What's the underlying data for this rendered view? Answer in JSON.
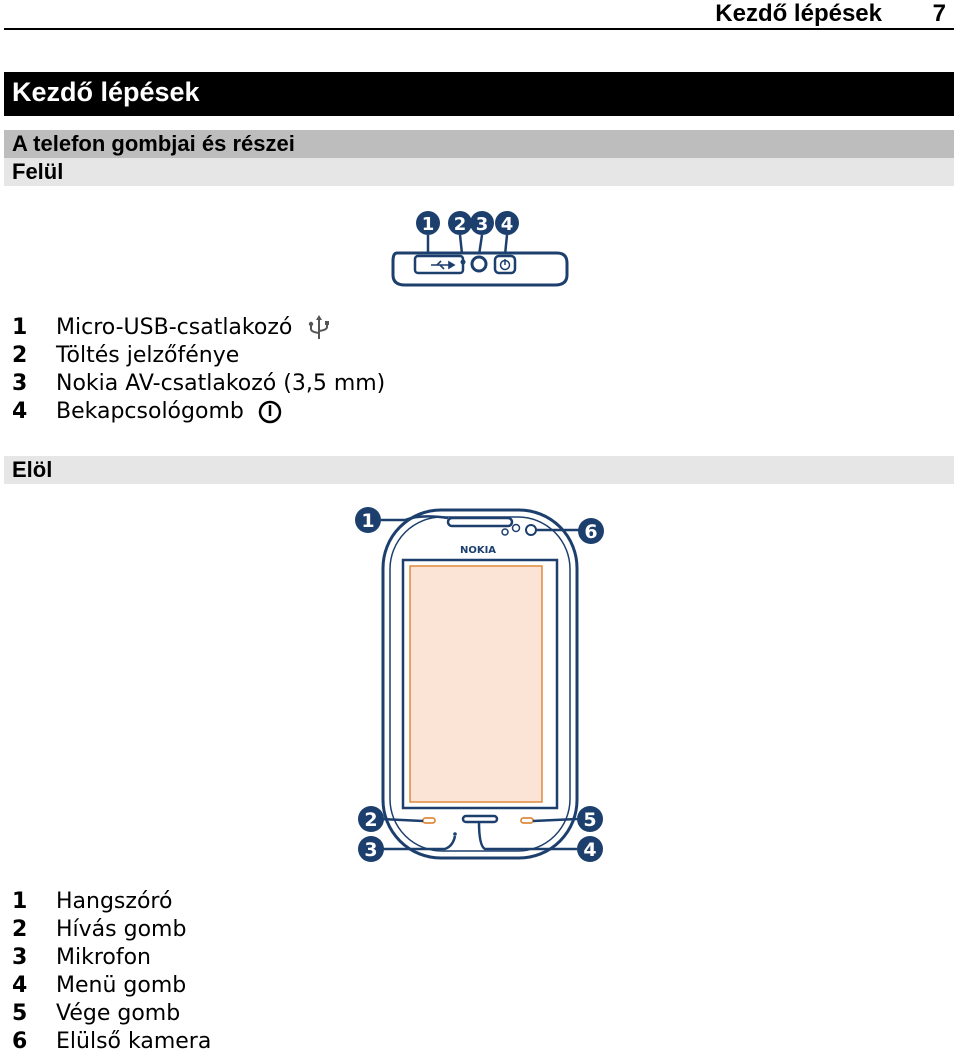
{
  "header": {
    "title": "Kezdő lépések",
    "page_number": "7"
  },
  "chapter_title": "Kezdő lépések",
  "section_title": "A telefon gombjai és részei",
  "top_view": {
    "heading": "Felül",
    "callouts": [
      "1",
      "2",
      "3",
      "4"
    ],
    "legend": [
      {
        "num": "1",
        "text": "Micro-USB-csatlakozó",
        "icon": "usb-icon"
      },
      {
        "num": "2",
        "text": "Töltés jelzőfénye"
      },
      {
        "num": "3",
        "text": "Nokia AV-csatlakozó (3,5 mm)"
      },
      {
        "num": "4",
        "text": "Bekapcsológomb",
        "icon": "power-icon"
      }
    ]
  },
  "front_view": {
    "heading": "Elöl",
    "brand": "NOKIA",
    "callouts": [
      "1",
      "2",
      "3",
      "4",
      "5",
      "6"
    ],
    "legend": [
      {
        "num": "1",
        "text": "Hangszóró"
      },
      {
        "num": "2",
        "text": "Hívás gomb"
      },
      {
        "num": "3",
        "text": "Mikrofon"
      },
      {
        "num": "4",
        "text": "Menü gomb"
      },
      {
        "num": "5",
        "text": "Vége gomb"
      },
      {
        "num": "6",
        "text": "Elülső kamera"
      }
    ]
  },
  "colors": {
    "outline": "#1c3f6e",
    "screen_fill": "#fbe4d5",
    "screen_border": "#e08a3c"
  }
}
